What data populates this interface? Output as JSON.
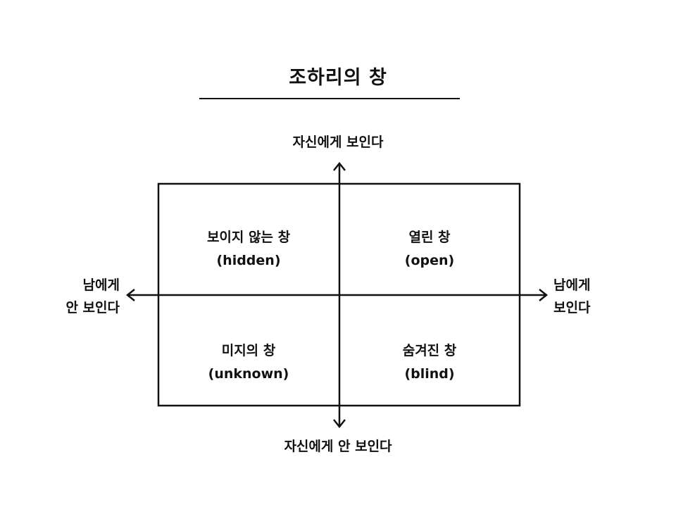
{
  "title": "조하리의 창",
  "axes": {
    "top": "자신에게 보인다",
    "bottom": "자신에게 안 보인다",
    "left_line1": "남에게",
    "left_line2": "안 보인다",
    "right_line1": "남에게",
    "right_line2": "보인다"
  },
  "quadrants": {
    "top_left": {
      "name": "보이지 않는 창",
      "english": "(hidden)"
    },
    "top_right": {
      "name": "열린 창",
      "english": "(open)"
    },
    "bottom_left": {
      "name": "미지의 창",
      "english": "(unknown)"
    },
    "bottom_right": {
      "name": "숨겨진 창",
      "english": "(blind)"
    }
  },
  "colors": {
    "ink": "#111111",
    "background": "#ffffff"
  }
}
